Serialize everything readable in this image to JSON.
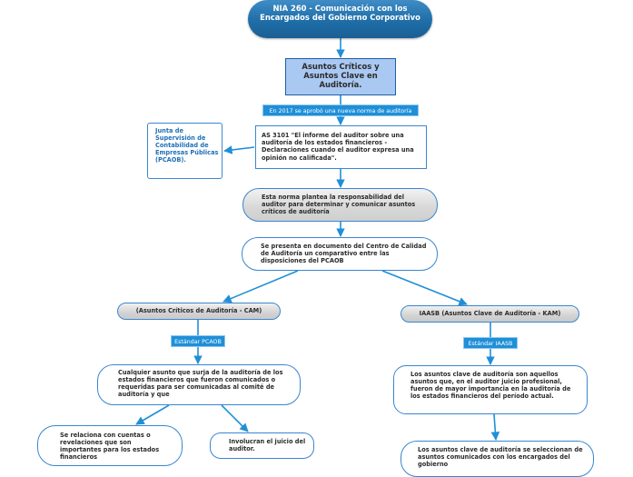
{
  "title": "NIA 260 - Comunicación con los Encargados del Gobierno Corporativo",
  "asuntos_criticos_clave": "Asuntos Críticos y Asuntos Clave en Auditoría.",
  "tag_2017": "En 2017 se aprobó una nueva norma de auditoría",
  "as3101": "AS 3101  \"El informe del auditor sobre una auditoría de los estados financieros   - Declaraciones cuando el auditor expresa una opinión  no calificada\".",
  "junta": "Junta de Supervisión de Contabilidad de Empresas Públicas (PCAOB).",
  "norma": "Esta norma plantea la responsabilidad del auditor para determinar y comunicar asuntos críticos de auditoría",
  "presenta": "Se presenta en documento del Centro de Calidad de Auditoría un comparativo entre las disposiciones del PCAOB",
  "cam": "(Asuntos Críticos de Auditoría - CAM)",
  "kam": "IAASB (Asuntos Clave de Auditoría - KAM)",
  "tag_pcaob": "Estándar PCAOB",
  "tag_iaasb": "Estándar IAASB",
  "cualquier": "Cualquier asunto que surja de la auditoría de los estados financieros que fueron comunicados o requeridas para ser comunicadas al comité de auditoría y que",
  "kam_desc": "Los asuntos clave de auditoría son aquellos asuntos que, en el auditor juicio profesional, fueron de mayor importancia en la auditoría de los estados financieros del período actual.",
  "relaciona": "Se relaciona con cuentas o revelaciones que son importantes para los estados financieros",
  "involucran": "Involucran el juicio del auditor.",
  "seleccionan": "Los asuntos clave de auditoría se seleccionan de asuntos comunicados con los encargados del gobierno",
  "colors": {
    "accent": "#1f8fd8",
    "border": "#3a86cf",
    "title_bg": "#2a78b8",
    "subtitle_bg": "#a9c8f2",
    "junta_text": "#1f6fb8"
  }
}
